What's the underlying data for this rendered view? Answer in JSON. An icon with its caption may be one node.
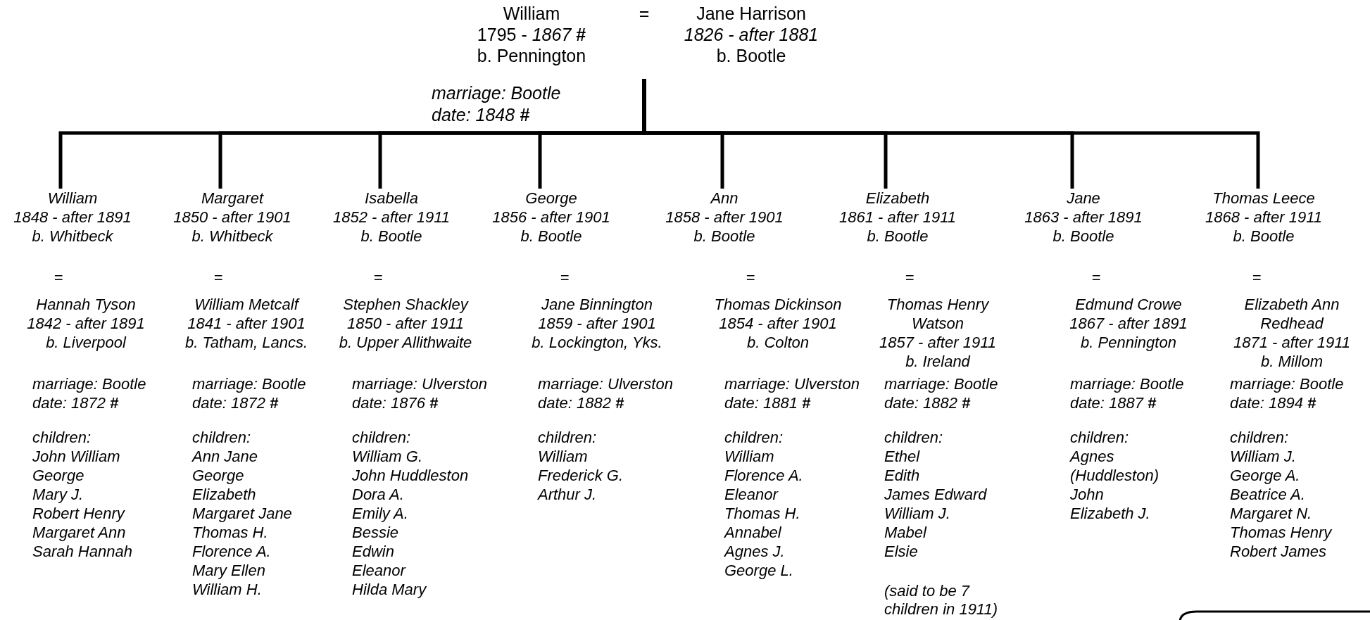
{
  "diagram": {
    "nodes": [
      {
        "text": [
          "="
        ],
        "beside": [
          "marriage: Bootle",
          "date: 1848 **#**"
        ]
      },
      {
        "text": [
          "William",
          "1795 - *1867* **#**",
          "b. Pennington"
        ],
        "in": 0
      },
      {
        "text": [
          "Jane Harrison",
          "*1826 - after 1881*",
          "b. Bootle"
        ],
        "in": 0
      },
      {
        "text": [
          "William",
          "1848 - after 1891",
          "b. Whitbeck"
        ],
        "beside": [
          "=",
          "Hannah Tyson",
          "1842 - after 1891",
          "b. Liverpool",
          "marriage: Bootle",
          "date: 1872 **#**",
          "children:",
          "John William",
          "George",
          "Mary J.",
          "Robert Henry",
          "Margaret Ann",
          "Sarah Hannah"
        ]
      },
      {
        "text": [
          "Margaret",
          "1850 - after 1901",
          "b. Whitbeck"
        ],
        "beside": [
          "=",
          "William Metcalf",
          "1841 - after 1901",
          "b. Tatham, Lancs.",
          "marriage: Bootle",
          "date: 1872 **#**",
          "children:",
          "Ann Jane",
          "George",
          "Elizabeth",
          "Margaret Jane",
          "Thomas H.",
          "Florence A.",
          "Mary Ellen",
          "William H."
        ]
      },
      {
        "text": [
          "Isabella",
          "1852 - after 1911",
          "b. Bootle"
        ],
        "beside": [
          "=",
          "Stephen Shackley",
          "1850 - after 1911",
          "b. Upper Allithwaite",
          "marriage: Ulverston",
          "date: 1876 **#**",
          "children:",
          "William G.",
          "John Huddleston",
          "Dora A.",
          "Emily A.",
          "Bessie",
          "Edwin",
          "Eleanor",
          "Hilda Mary"
        ]
      },
      {
        "text": [
          "George",
          "1856 - after 1901",
          "b. Bootle"
        ],
        "beside": [
          "=",
          "Jane Binnington",
          "1859 - after 1901",
          "b. Lockington, Yks.",
          "marriage: Ulverston",
          "date: 1882 **#**",
          "children:",
          "William",
          "Frederick G.",
          "Arthur J."
        ]
      },
      {
        "text": [
          "Ann",
          "1858 - after 1901",
          "b. Bootle"
        ],
        "beside": [
          "=",
          "Thomas Dickinson",
          "1854 - after 1901",
          "b. Colton",
          "marriage: Ulverston",
          "date: 1881 **#**",
          "children:",
          "William",
          "Florence A.",
          "Eleanor",
          "Thomas H.",
          "Annabel",
          "Agnes J.",
          "George L."
        ]
      },
      {
        "text": [
          "Elizabeth",
          "1861 - after 1911",
          "b. Bootle"
        ],
        "beside": [
          "=",
          "Thomas Henry Watson",
          "1857 - after 1911",
          "b. Ireland",
          "marriage: Bootle",
          "date: 1882 **#**",
          "children:",
          "Ethel",
          "Edith",
          "James Edward",
          "William J.",
          "Mabel",
          "Elsie"
        ]
      },
      {
        "text": [
          "Jane",
          "1863 - after 1891",
          "b. Bootle"
        ],
        "beside": [
          "=",
          "Edmund Crowe",
          "1867 - after 1891",
          "b. Pennington",
          "marriage: Bootle",
          "date: 1887 **#**",
          "children:",
          "Agnes",
          "(Huddleston)",
          "John",
          "Elizabeth J."
        ]
      },
      {
        "text": [
          "Thomas Leece",
          "1868 - after 1911",
          "b. Bootle"
        ],
        "beside": [
          "=",
          "Elizabeth Ann Redhead",
          "1871 - after 1911",
          "b. Millom",
          "marriage: Bootle",
          "date: 1894 **#**",
          "children:",
          "William J.",
          "George A.",
          "Beatrice A.",
          "Margaret N.",
          "Thomas Henry",
          "Robert James"
        ]
      }
    ],
    "edges": [
      {
        "from": 0,
        "to": 3,
        "arrow": "none"
      },
      {
        "from": 0,
        "to": 4,
        "arrow": "none"
      },
      {
        "from": 0,
        "to": 5,
        "arrow": "none"
      },
      {
        "from": 0,
        "to": 6,
        "arrow": "none"
      },
      {
        "from": 0,
        "to": 7,
        "arrow": "none"
      },
      {
        "from": 0,
        "to": 8,
        "arrow": "none"
      },
      {
        "from": 0,
        "to": 9,
        "arrow": "none"
      },
      {
        "from": 0,
        "to": 10,
        "arrow": "none"
      }
    ],
    "labels": [
      "(said to be 7 children in 1911)"
    ]
  }
}
